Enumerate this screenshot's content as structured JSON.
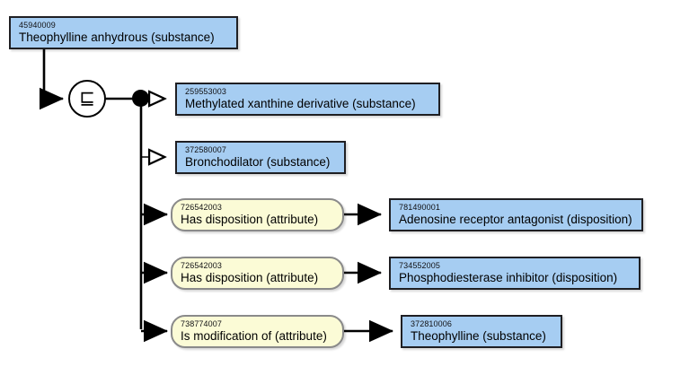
{
  "diagram": {
    "type": "snomed-ct-concept-definition",
    "background_color": "#ffffff",
    "concept_fill": "#a6cdf2",
    "concept_border": "#1f1f23",
    "attribute_fill": "#fbfbd6",
    "attribute_border": "#8a8a8a",
    "edge_color": "#000000",
    "operator": {
      "name": "subsumption-operator",
      "glyph": "⊑",
      "meaning": "is subtype of"
    },
    "conjunction": {
      "name": "conjunction-node",
      "glyph": "●"
    }
  },
  "focus_concept": {
    "sctid": "45940009",
    "term": "Theophylline anhydrous (substance)"
  },
  "parents": [
    {
      "sctid": "259553003",
      "term": "Methylated xanthine derivative (substance)",
      "arrow": "hollow-triangle",
      "relation": "is-a"
    },
    {
      "sctid": "372580007",
      "term": "Bronchodilator (substance)",
      "arrow": "hollow-triangle",
      "relation": "is-a"
    }
  ],
  "attribute_rows": [
    {
      "attribute": {
        "sctid": "726542003",
        "term": "Has disposition (attribute)"
      },
      "value": {
        "sctid": "781490001",
        "term": "Adenosine receptor antagonist (disposition)"
      },
      "arrow": "solid-triangle"
    },
    {
      "attribute": {
        "sctid": "726542003",
        "term": "Has disposition (attribute)"
      },
      "value": {
        "sctid": "734552005",
        "term": "Phosphodiesterase inhibitor (disposition)"
      },
      "arrow": "solid-triangle"
    },
    {
      "attribute": {
        "sctid": "738774007",
        "term": "Is modification of (attribute)"
      },
      "value": {
        "sctid": "372810006",
        "term": "Theophylline (substance)"
      },
      "arrow": "solid-triangle"
    }
  ]
}
